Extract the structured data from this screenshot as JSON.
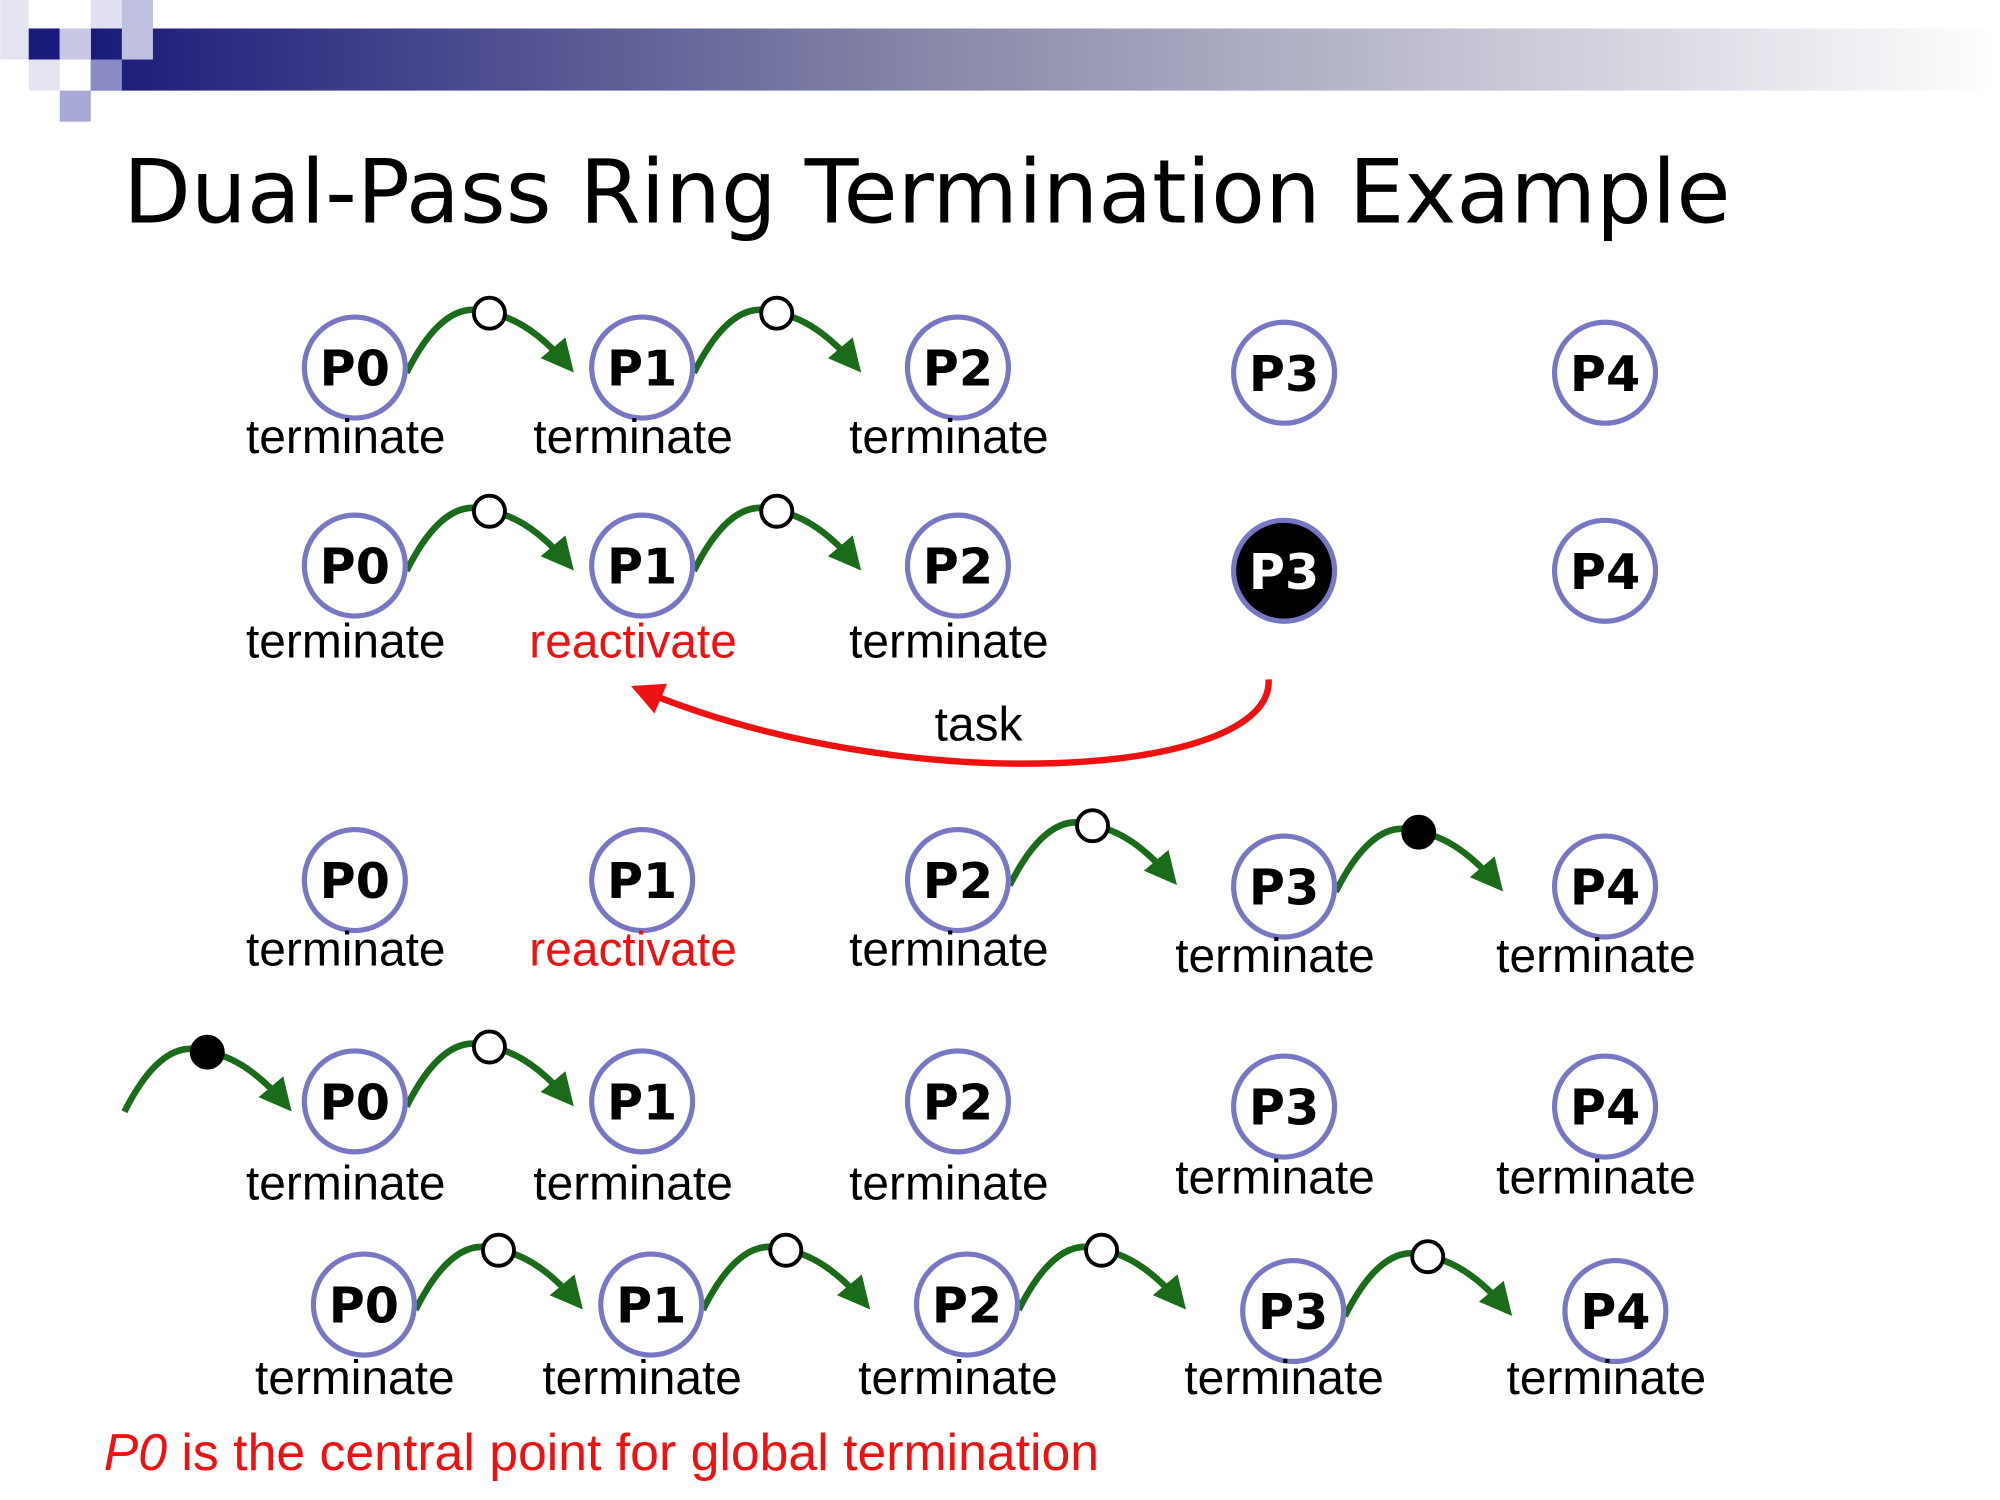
{
  "title": "Dual-Pass Ring Termination Example",
  "colors": {
    "node_stroke": "#7777c4",
    "arc_green": "#1a6b1a",
    "accent_red": "#ee1111",
    "header_navy": "#1a1a7a"
  },
  "rows": [
    {
      "nodes": [
        {
          "name": "P0",
          "label": "terminate"
        },
        {
          "name": "P1",
          "label": "terminate"
        },
        {
          "name": "P2",
          "label": "terminate"
        },
        {
          "name": "P3",
          "label": ""
        },
        {
          "name": "P4",
          "label": ""
        }
      ],
      "arcs": [
        {
          "from": 0,
          "token": "white"
        },
        {
          "from": 1,
          "token": "white"
        }
      ]
    },
    {
      "nodes": [
        {
          "name": "P0",
          "label": "terminate"
        },
        {
          "name": "P1",
          "label": "reactivate",
          "highlight": true
        },
        {
          "name": "P2",
          "label": "terminate"
        },
        {
          "name": "P3",
          "label": "",
          "filled": true
        },
        {
          "name": "P4",
          "label": ""
        }
      ],
      "arcs": [
        {
          "from": 0,
          "token": "white"
        },
        {
          "from": 1,
          "token": "white"
        }
      ]
    },
    {
      "nodes": [
        {
          "name": "P0",
          "label": "terminate"
        },
        {
          "name": "P1",
          "label": "reactivate",
          "highlight": true
        },
        {
          "name": "P2",
          "label": "terminate"
        },
        {
          "name": "P3",
          "label": "terminate"
        },
        {
          "name": "P4",
          "label": "terminate"
        }
      ],
      "arcs": [
        {
          "from": 2,
          "token": "white"
        },
        {
          "from": 3,
          "token": "black"
        }
      ]
    },
    {
      "nodes": [
        {
          "name": "P0",
          "label": "terminate"
        },
        {
          "name": "P1",
          "label": "terminate"
        },
        {
          "name": "P2",
          "label": "terminate"
        },
        {
          "name": "P3",
          "label": "terminate"
        },
        {
          "name": "P4",
          "label": "terminate"
        }
      ],
      "arcs": [
        {
          "from": -1,
          "token": "black"
        },
        {
          "from": 0,
          "token": "white"
        }
      ]
    },
    {
      "nodes": [
        {
          "name": "P0",
          "label": "terminate"
        },
        {
          "name": "P1",
          "label": "terminate"
        },
        {
          "name": "P2",
          "label": "terminate"
        },
        {
          "name": "P3",
          "label": "terminate"
        },
        {
          "name": "P4",
          "label": "terminate"
        }
      ],
      "arcs": [
        {
          "from": 0,
          "token": "white"
        },
        {
          "from": 1,
          "token": "white"
        },
        {
          "from": 2,
          "token": "white"
        },
        {
          "from": 3,
          "token": "white"
        }
      ]
    }
  ],
  "task_label": "task",
  "footer": {
    "italic": "P0",
    "rest": " is the central point for global termination"
  }
}
